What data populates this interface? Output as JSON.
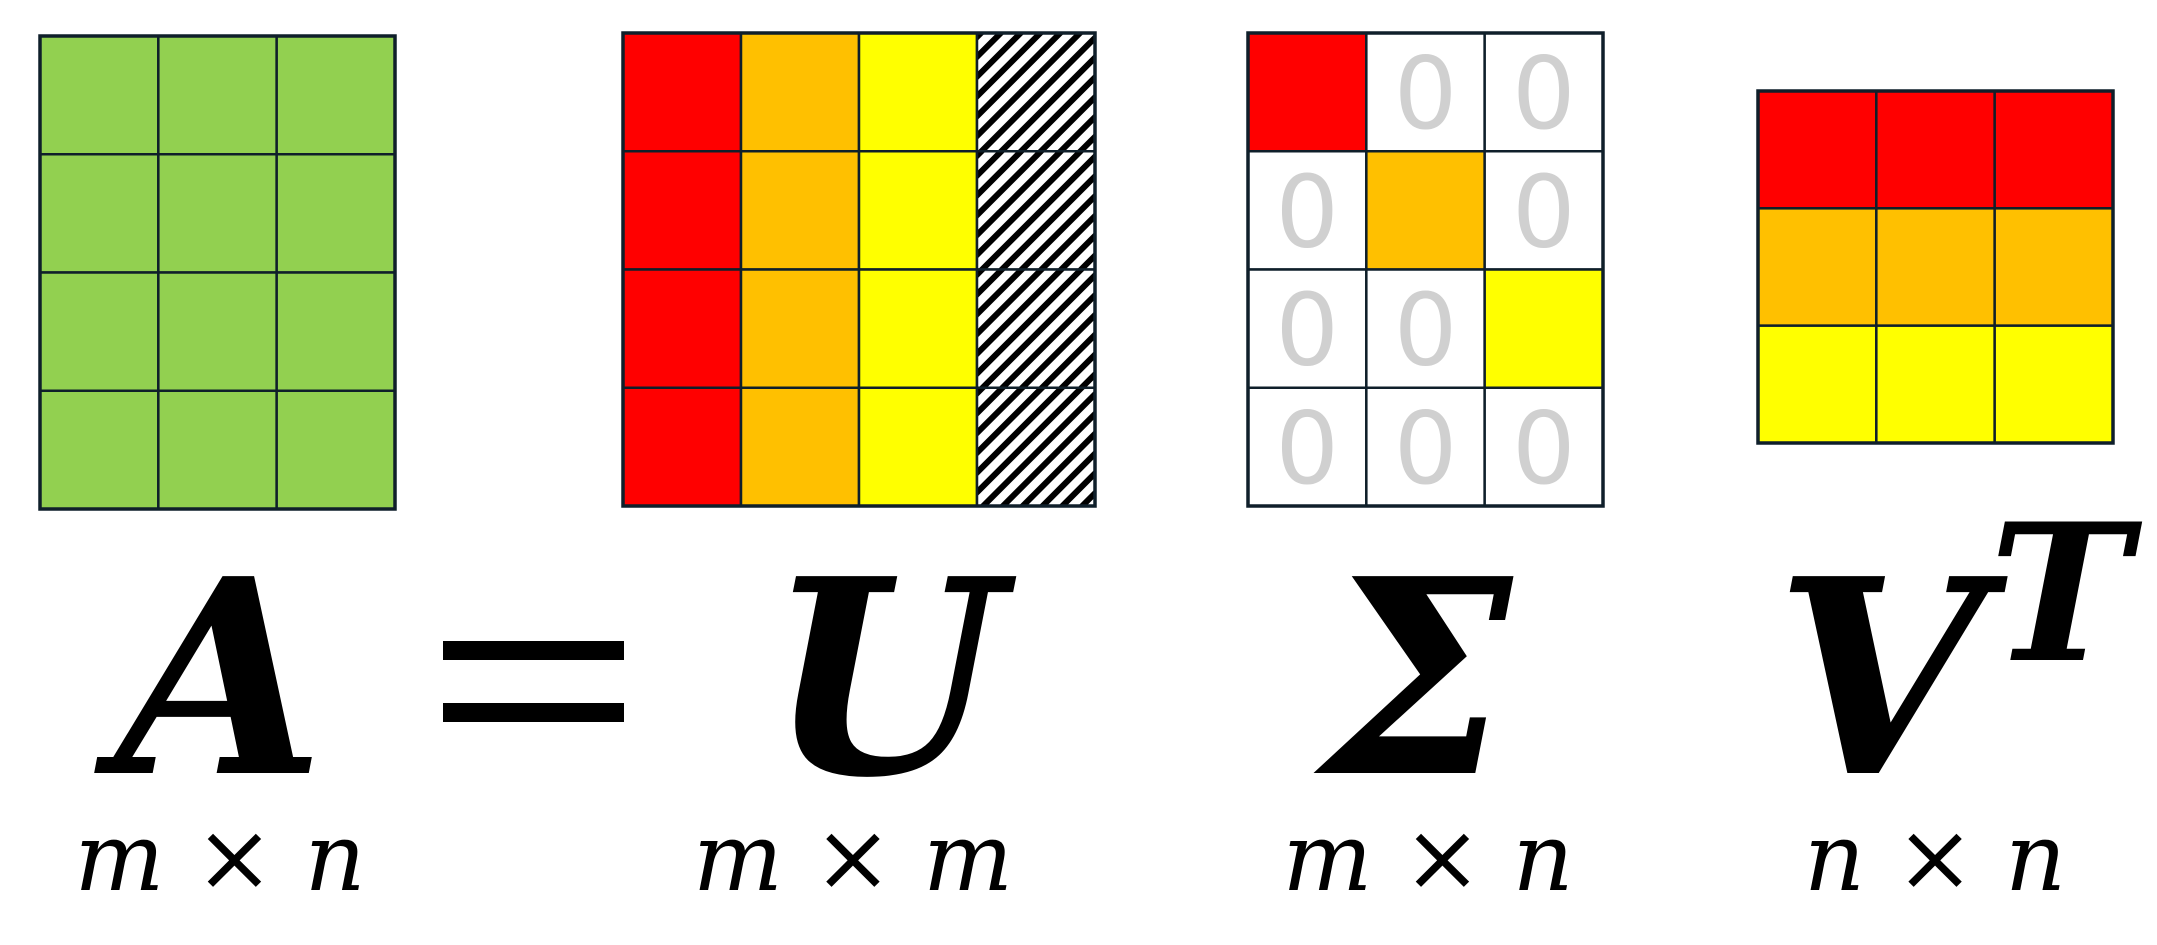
{
  "colors": {
    "green": "#92d050",
    "red": "#ff0000",
    "orange": "#ffc000",
    "yellow": "#ffff00",
    "white": "#ffffff",
    "grid": "#0f1f2a",
    "zero_text": "#d0d0d0"
  },
  "matrices": [
    {
      "id": "A",
      "symbol": "A",
      "dims": "m × n",
      "rows": 4,
      "cols": 3,
      "cells": [
        [
          "green",
          "green",
          "green"
        ],
        [
          "green",
          "green",
          "green"
        ],
        [
          "green",
          "green",
          "green"
        ],
        [
          "green",
          "green",
          "green"
        ]
      ]
    },
    {
      "id": "U",
      "symbol": "U",
      "dims": "m × m",
      "rows": 4,
      "cols": 4,
      "cells": [
        [
          "red",
          "orange",
          "yellow",
          "hatch"
        ],
        [
          "red",
          "orange",
          "yellow",
          "hatch"
        ],
        [
          "red",
          "orange",
          "yellow",
          "hatch"
        ],
        [
          "red",
          "orange",
          "yellow",
          "hatch"
        ]
      ]
    },
    {
      "id": "Sigma",
      "symbol": "Σ",
      "dims": "m × n",
      "rows": 4,
      "cols": 3,
      "cells": [
        [
          "red",
          "0",
          "0"
        ],
        [
          "0",
          "orange",
          "0"
        ],
        [
          "0",
          "0",
          "yellow"
        ],
        [
          "0",
          "0",
          "0"
        ]
      ]
    },
    {
      "id": "VT",
      "symbol": "V",
      "superscript": "T",
      "dims": "n × n",
      "rows": 3,
      "cols": 3,
      "cells": [
        [
          "red",
          "red",
          "red"
        ],
        [
          "orange",
          "orange",
          "orange"
        ],
        [
          "yellow",
          "yellow",
          "yellow"
        ]
      ]
    }
  ],
  "equals": "="
}
